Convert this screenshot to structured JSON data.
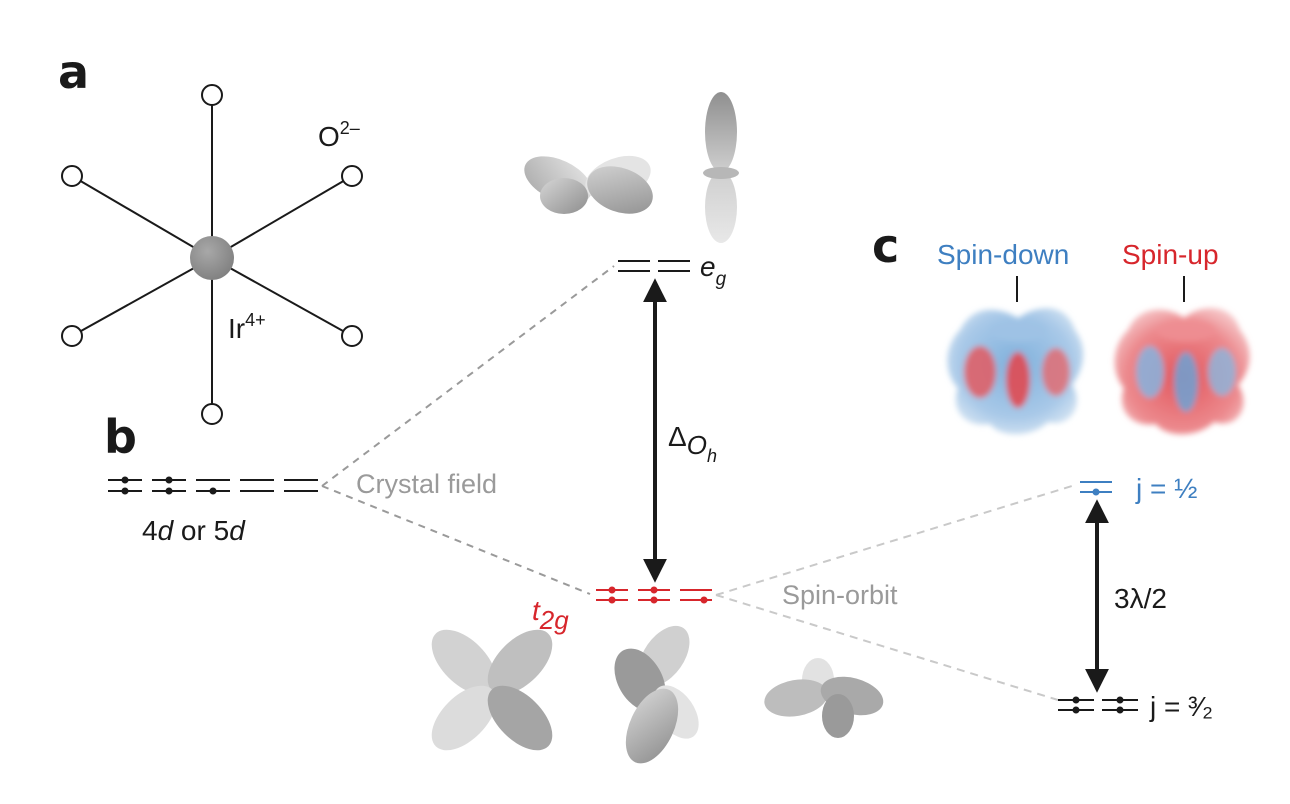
{
  "panels": {
    "a": "a",
    "b": "b",
    "c": "c"
  },
  "octahedron": {
    "ligand_label": "O",
    "ligand_charge": "2–",
    "center_label": "Ir",
    "center_charge": "4+"
  },
  "levels": {
    "d_label_1": "4",
    "d_label_2": "d",
    "d_label_3": " or 5",
    "d_label_4": "d",
    "eg_main": "e",
    "eg_sub": "g",
    "t2g_main": "t",
    "t2g_sub": "2g",
    "gap_symbol": "Δ",
    "gap_sub_main": "O",
    "gap_sub_sub": "h",
    "crystal_field": "Crystal field",
    "spin_orbit": "Spin-orbit",
    "j_half": "j = ½",
    "j_three_half": "j = ³⁄₂",
    "soc_gap": "3λ/2"
  },
  "spin_density": {
    "down_label": "Spin-down",
    "up_label": "Spin-up"
  },
  "colors": {
    "black": "#1a1a1a",
    "gray_line": "#9a9a9a",
    "red": "#d7262c",
    "blue": "#3e7fc1",
    "orbital_gray": "#9b9b9b",
    "ion_gray": "#8c8c8c"
  }
}
